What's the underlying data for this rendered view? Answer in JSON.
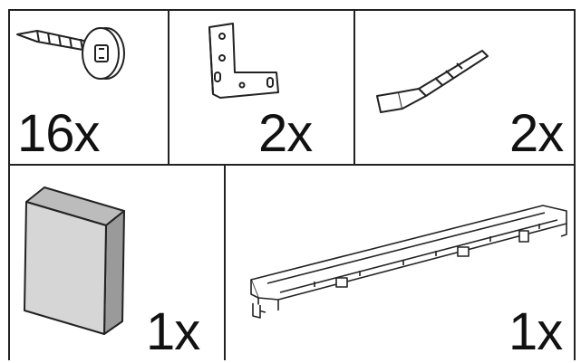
{
  "parts": [
    {
      "icon": "screw-icon",
      "quantity": "16x"
    },
    {
      "icon": "angle-bracket-icon",
      "quantity": "2x"
    },
    {
      "icon": "key-tool-icon",
      "quantity": "2x"
    },
    {
      "icon": "block-icon",
      "quantity": "1x"
    },
    {
      "icon": "rail-icon",
      "quantity": "1x"
    }
  ],
  "colors": {
    "line": "#222222",
    "block_front": "#d6d6d6",
    "block_top": "#bcbcbc",
    "block_side": "#9a9a9a"
  }
}
